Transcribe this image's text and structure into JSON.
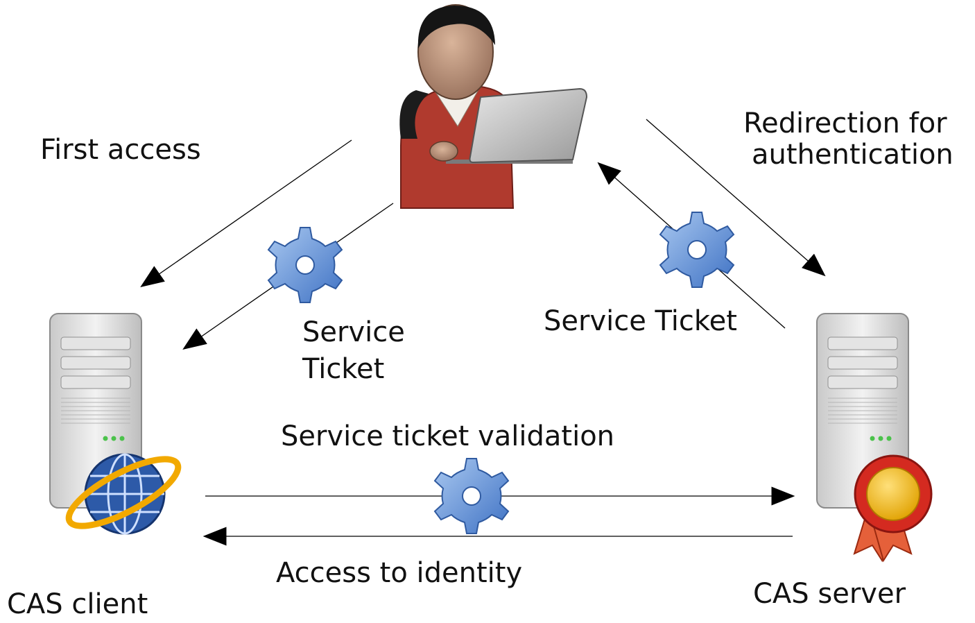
{
  "labels": {
    "first_access": "First access",
    "redirection_line1": "Redirection for",
    "redirection_line2": "authentication",
    "service_ticket_left_line1": "Service",
    "service_ticket_left_line2": "Ticket",
    "service_ticket_right": "Service Ticket",
    "validation": "Service ticket validation",
    "access_identity": "Access to identity",
    "cas_client": "CAS client",
    "cas_server": "CAS server"
  },
  "icons": {
    "user": "user-with-laptop-icon",
    "client_server": "server-icon",
    "client_badge": "globe-icon",
    "cas_server": "server-icon",
    "server_badge": "award-ribbon-icon",
    "ticket": "gear-icon"
  },
  "colors": {
    "gear": "#5b8fd6",
    "shirt": "#b03a2e",
    "globe": "#2d5aa8",
    "globe_ring": "#f2a900",
    "award": "#d42a20",
    "arrow": "#000000"
  }
}
